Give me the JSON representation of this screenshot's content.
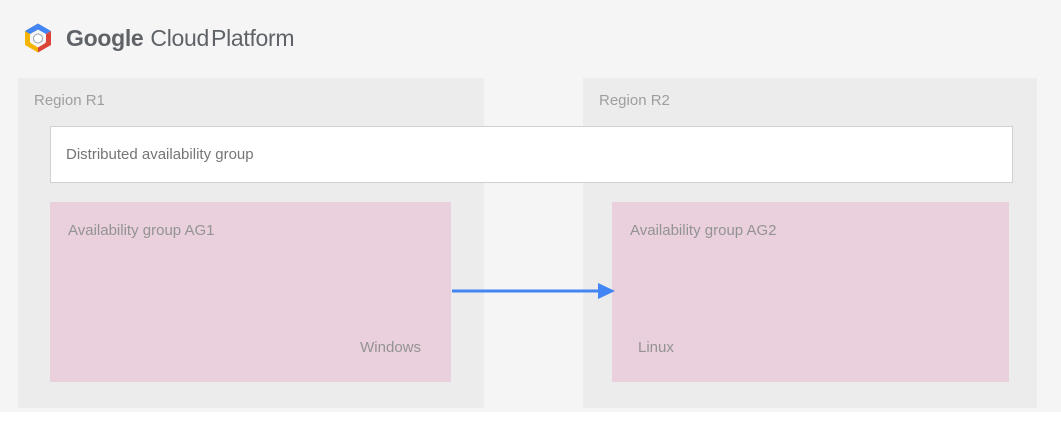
{
  "brand": {
    "logo_icon": "google-cloud-platform-hexagon-logo",
    "word1": "Google",
    "word2": "Cloud",
    "word3": "Platform",
    "colors": {
      "blue": "#4285F4",
      "red": "#DB4437",
      "yellow": "#F4B400",
      "text": "#5F6368"
    }
  },
  "diagram": {
    "type": "architecture-diagram",
    "background": "#F5F5F5",
    "panel_background": "#ECECEC",
    "ag_box_color": "#EACFDC",
    "arrow_color": "#4285F4",
    "regions": [
      {
        "id": "r1",
        "label": "Region R1",
        "ag": {
          "title": "Availability group AG1",
          "os": "Windows"
        }
      },
      {
        "id": "r2",
        "label": "Region R2",
        "ag": {
          "title": "Availability group AG2",
          "os": "Linux"
        }
      }
    ],
    "distributed_group": {
      "label": "Distributed availability group"
    },
    "connector": {
      "icon": "arrow-right-icon",
      "direction": "left-to-right",
      "from": "Availability group AG1",
      "to": "Availability group AG2"
    }
  }
}
